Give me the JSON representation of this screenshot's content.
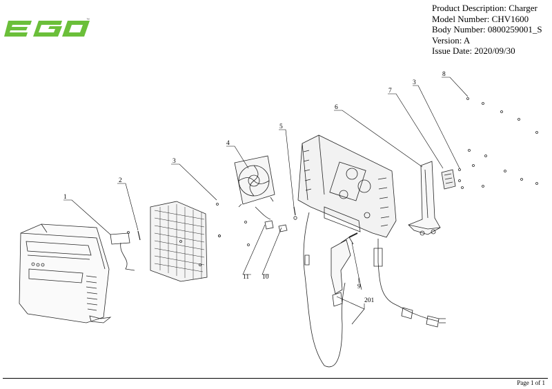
{
  "brand": {
    "logo_text": "EGO",
    "logo_color": "#6bbf3a",
    "trademark": "™"
  },
  "product_info": {
    "description": "Product Description: Charger",
    "model": "Model Number: CHV1600",
    "body": "Body Number: 0800259001_S",
    "version": "Version: A",
    "issue_date": "Issue Date: 2020/09/30"
  },
  "callouts": [
    "1",
    "2",
    "3",
    "4",
    "3",
    "5",
    "6",
    "7",
    "8",
    "9",
    "10",
    "11",
    "201"
  ],
  "footer": {
    "page": "Page 1 of 1"
  }
}
